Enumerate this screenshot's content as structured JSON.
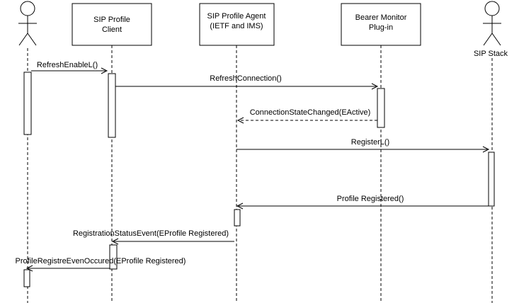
{
  "participants": [
    {
      "id": "user",
      "kind": "actor",
      "label": ""
    },
    {
      "id": "client",
      "kind": "box",
      "label_lines": [
        "SIP Profile",
        "Client"
      ]
    },
    {
      "id": "agent",
      "kind": "box",
      "label_lines": [
        "SIP Profile Agent",
        "(IETF and IMS)"
      ]
    },
    {
      "id": "bearer",
      "kind": "box",
      "label_lines": [
        "Bearer Monitor",
        "Plug-in"
      ]
    },
    {
      "id": "stack",
      "kind": "actor",
      "label": "SIP Stack"
    }
  ],
  "messages": [
    {
      "from": "user",
      "to": "client",
      "label": "RefreshEnableL()",
      "style": "solid"
    },
    {
      "from": "client",
      "to": "bearer",
      "label": "RefreshConnection()",
      "style": "solid"
    },
    {
      "from": "bearer",
      "to": "agent",
      "label": "ConnectionStateChanged(EActive)",
      "style": "dashed"
    },
    {
      "from": "agent",
      "to": "stack",
      "label": "RegisterL()",
      "style": "solid"
    },
    {
      "from": "stack",
      "to": "agent",
      "label": "Profile Registered()",
      "style": "solid"
    },
    {
      "from": "agent",
      "to": "client",
      "label": "RegistrationStatusEvent(EProfile Registered)",
      "style": "solid"
    },
    {
      "from": "client",
      "to": "user",
      "label": "ProfileRegistreEvenOccured(EProfile Registered)",
      "style": "solid"
    }
  ]
}
